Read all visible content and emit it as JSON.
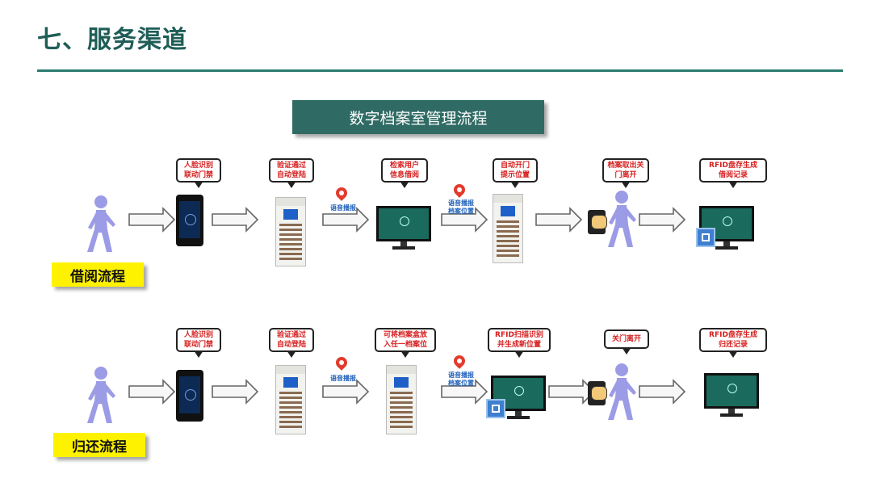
{
  "header": {
    "title": "七、服务渠道"
  },
  "diagram": {
    "title": "数字档案室管理流程"
  },
  "borrow_flow": {
    "label": "借阅流程",
    "steps": {
      "face_id": "人脸识别\n联动门禁",
      "login": "验证通过\n自动登陆",
      "search": "检索用户\n信息借阅",
      "open": "自动开门\n提示位置",
      "close": "档案取出关\n门离开",
      "rfid": "RFID盘存生成\n借阅记录"
    },
    "voice": {
      "v1": "语音播报",
      "v2": "语音播报\n档案位置"
    }
  },
  "return_flow": {
    "label": "归还流程",
    "steps": {
      "face_id": "人脸识别\n联动门禁",
      "login": "验证通过\n自动登陆",
      "place": "可将档案盒放\n入任一档案位",
      "rfid_scan": "RFID扫描识别\n并生成新位置",
      "close": "关门离开",
      "rfid": "RFID盘存生成\n归还记录"
    },
    "voice": {
      "v1": "语音播报",
      "v2": "语音播报\n档案位置"
    }
  },
  "colors": {
    "title": "#1f5d57",
    "rule": "#2b7c6f",
    "banner": "#2f6b64",
    "tag": "#fff200",
    "bubble_text": "#d61e1e",
    "voice_text": "#1d5fb8",
    "person": "#9b9be6"
  }
}
